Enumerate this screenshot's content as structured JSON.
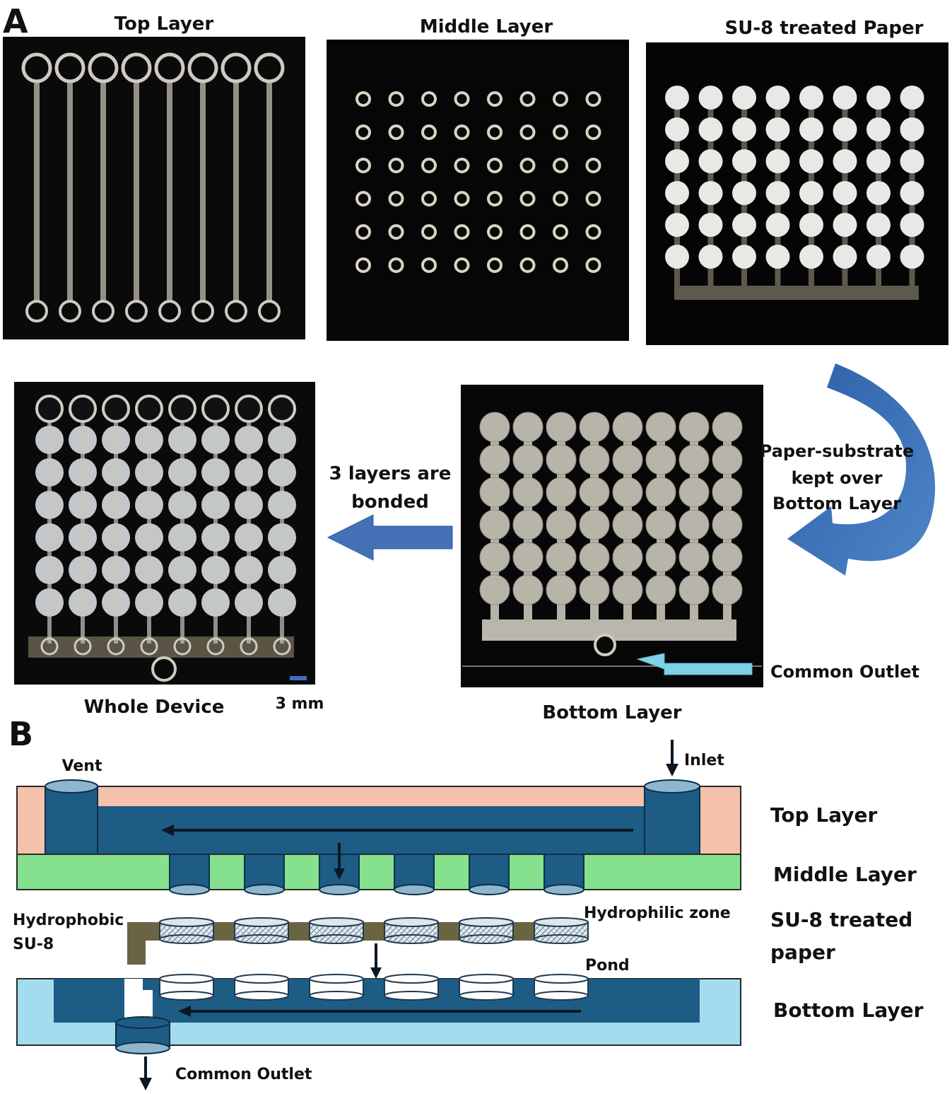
{
  "panel_a": {
    "letter": "A",
    "photos": {
      "top_layer": "Top Layer",
      "middle_layer": "Middle Layer",
      "su8_paper": "SU-8 treated Paper",
      "whole_device": "Whole Device",
      "bottom_layer": "Bottom Layer"
    },
    "scale_bar": "3 mm",
    "bond_arrow": [
      "3 layers are",
      "bonded"
    ],
    "curve_arrow": [
      "Paper-substrate",
      "kept over",
      "Bottom Layer"
    ],
    "outlet_label": "Common Outlet"
  },
  "panel_b": {
    "letter": "B",
    "vent": "Vent",
    "inlet": "Inlet",
    "hydrophobic": [
      "Hydrophobic",
      "SU-8"
    ],
    "hydrophilic": "Hydrophilic zone",
    "pond": "Pond",
    "outlet": "Common Outlet",
    "layers": {
      "top": "Top Layer",
      "middle": "Middle Layer",
      "paper": [
        "SU-8 treated",
        "paper"
      ],
      "bottom": "Bottom Layer"
    }
  },
  "colors": {
    "channel_blue": "#1d5c85",
    "top_layer": "#f4c1ab",
    "middle_layer": "#86e18f",
    "bottom_layer": "#a2dcee",
    "su8_brown": "#6a6443",
    "arrow_blue": "#3f70b8"
  }
}
